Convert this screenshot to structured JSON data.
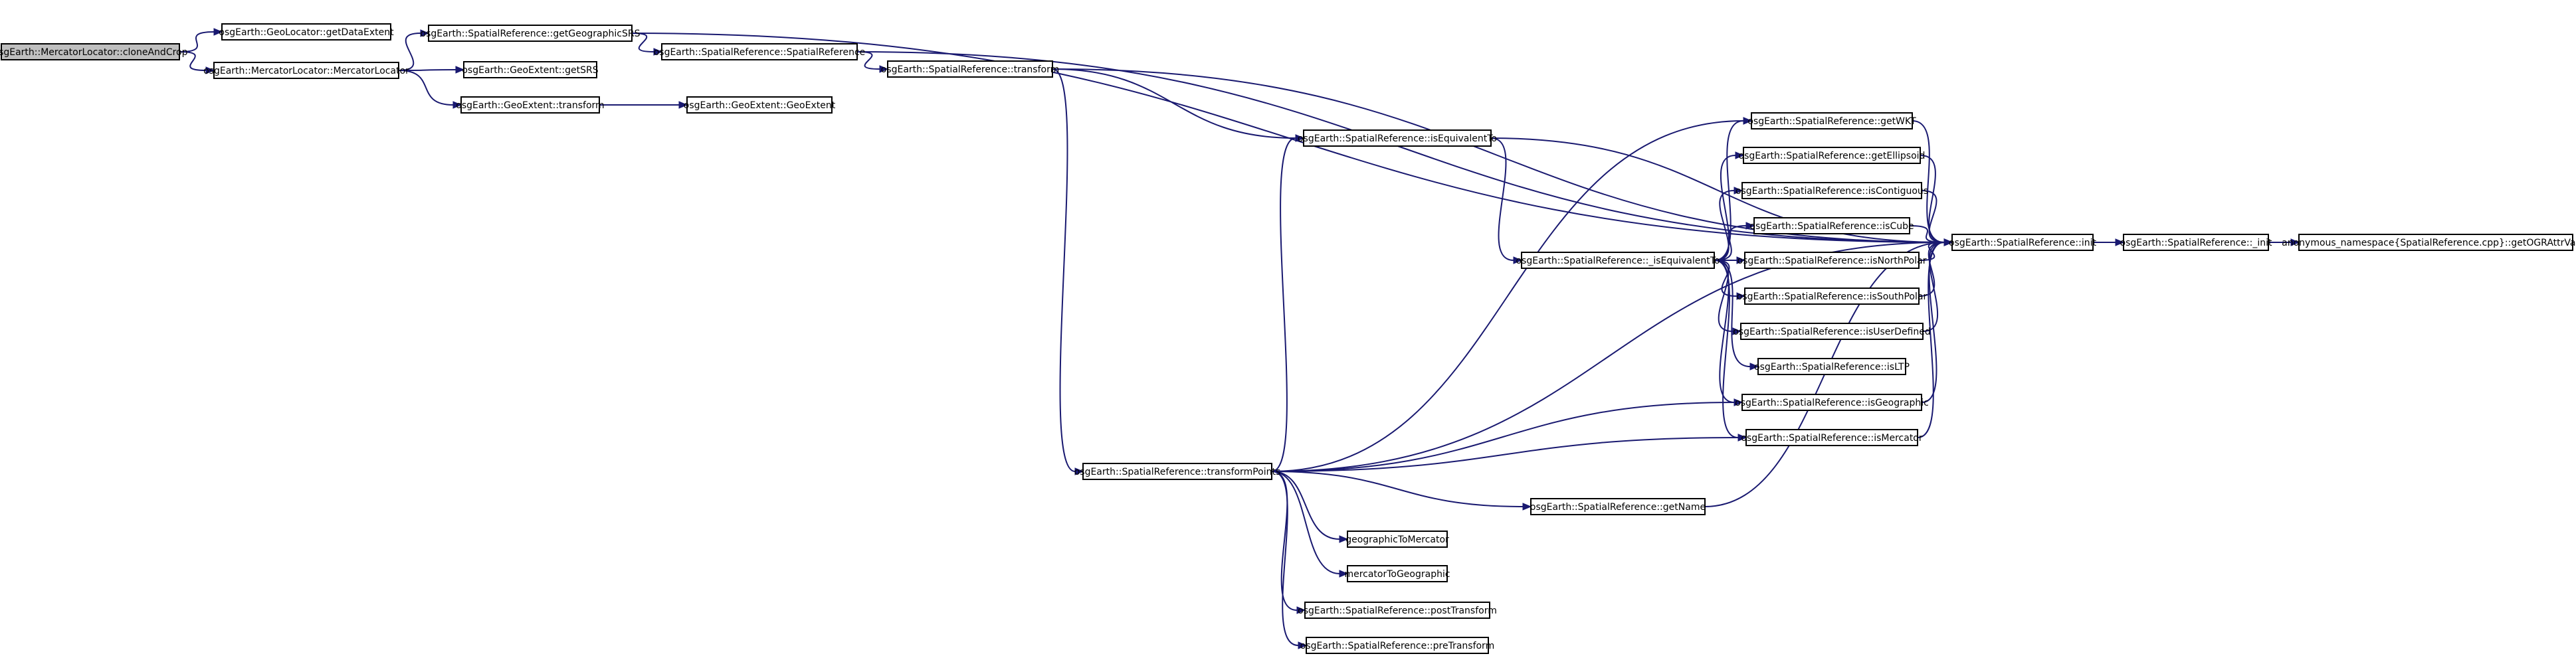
{
  "colors": {
    "edge": "#191970",
    "root_fill": "#bfbfbf",
    "node_fill": "#ffffff",
    "node_border": "#000000"
  },
  "nodes": {
    "n_root": "osgEarth::MercatorLocator::cloneAndCrop",
    "n_getDataExtent": "osgEarth::GeoLocator::getDataExtent",
    "n_mercLocator": "osgEarth::MercatorLocator::MercatorLocator",
    "n_getGeographicSRS": "osgEarth::SpatialReference::getGeographicSRS",
    "n_getSRS": "osgEarth::GeoExtent::getSRS",
    "n_geoTransform": "osgEarth::GeoExtent::transform",
    "n_srsCtor": "osgEarth::SpatialReference::SpatialReference",
    "n_geoExtent": "osgEarth::GeoExtent::GeoExtent",
    "n_srsTransform": "osgEarth::SpatialReference::transform",
    "n_isEquivalentTo": "osgEarth::SpatialReference::isEquivalentTo",
    "n_transformPoints": "osgEarth::SpatialReference::transformPoints",
    "n__isEquivalentTo": "osgEarth::SpatialReference::_isEquivalentTo",
    "n_getWKT": "osgEarth::SpatialReference::getWKT",
    "n_getEllipsoid": "osgEarth::SpatialReference::getEllipsoid",
    "n_isContiguous": "osgEarth::SpatialReference::isContiguous",
    "n_isCube": "osgEarth::SpatialReference::isCube",
    "n_isNorthPolar": "osgEarth::SpatialReference::isNorthPolar",
    "n_isSouthPolar": "osgEarth::SpatialReference::isSouthPolar",
    "n_isUserDefined": "osgEarth::SpatialReference::isUserDefined",
    "n_isLTP": "osgEarth::SpatialReference::isLTP",
    "n_isGeographic": "osgEarth::SpatialReference::isGeographic",
    "n_isMercator": "osgEarth::SpatialReference::isMercator",
    "n_getName": "osgEarth::SpatialReference::getName",
    "n_geographicToMercator": "geographicToMercator",
    "n_mercatorToGeographic": "mercatorToGeographic",
    "n_postTransform": "osgEarth::SpatialReference::postTransform",
    "n_preTransform": "osgEarth::SpatialReference::preTransform",
    "n_init": "osgEarth::SpatialReference::init",
    "n__init": "osgEarth::SpatialReference::_init",
    "n_getOGRAttrValue": "anonymous_namespace{SpatialReference.cpp}::getOGRAttrValue"
  },
  "edges": [
    [
      "n_root",
      "n_getDataExtent"
    ],
    [
      "n_root",
      "n_mercLocator"
    ],
    [
      "n_mercLocator",
      "n_getGeographicSRS"
    ],
    [
      "n_mercLocator",
      "n_getSRS"
    ],
    [
      "n_mercLocator",
      "n_geoTransform"
    ],
    [
      "n_getGeographicSRS",
      "n_srsCtor"
    ],
    [
      "n_getGeographicSRS",
      "n_init"
    ],
    [
      "n_srsCtor",
      "n_srsTransform"
    ],
    [
      "n_srsCtor",
      "n_init"
    ],
    [
      "n_geoTransform",
      "n_geoExtent"
    ],
    [
      "n_srsTransform",
      "n_isEquivalentTo"
    ],
    [
      "n_srsTransform",
      "n_transformPoints"
    ],
    [
      "n_srsTransform",
      "n_init"
    ],
    [
      "n_isEquivalentTo",
      "n__isEquivalentTo"
    ],
    [
      "n_isEquivalentTo",
      "n_init"
    ],
    [
      "n_transformPoints",
      "n_isEquivalentTo"
    ],
    [
      "n_transformPoints",
      "n_getWKT"
    ],
    [
      "n_transformPoints",
      "n_isGeographic"
    ],
    [
      "n_transformPoints",
      "n_isMercator"
    ],
    [
      "n_transformPoints",
      "n_init"
    ],
    [
      "n_transformPoints",
      "n_getName"
    ],
    [
      "n_transformPoints",
      "n_geographicToMercator"
    ],
    [
      "n_transformPoints",
      "n_mercatorToGeographic"
    ],
    [
      "n_transformPoints",
      "n_postTransform"
    ],
    [
      "n_transformPoints",
      "n_preTransform"
    ],
    [
      "n__isEquivalentTo",
      "n_getWKT"
    ],
    [
      "n__isEquivalentTo",
      "n_getEllipsoid"
    ],
    [
      "n__isEquivalentTo",
      "n_isContiguous"
    ],
    [
      "n__isEquivalentTo",
      "n_isCube"
    ],
    [
      "n__isEquivalentTo",
      "n_isNorthPolar"
    ],
    [
      "n__isEquivalentTo",
      "n_isSouthPolar"
    ],
    [
      "n__isEquivalentTo",
      "n_isUserDefined"
    ],
    [
      "n__isEquivalentTo",
      "n_isLTP"
    ],
    [
      "n__isEquivalentTo",
      "n_isGeographic"
    ],
    [
      "n__isEquivalentTo",
      "n_isMercator"
    ],
    [
      "n_getWKT",
      "n_init"
    ],
    [
      "n_getEllipsoid",
      "n_init"
    ],
    [
      "n_isContiguous",
      "n_init"
    ],
    [
      "n_isCube",
      "n_init"
    ],
    [
      "n_isNorthPolar",
      "n_init"
    ],
    [
      "n_isSouthPolar",
      "n_init"
    ],
    [
      "n_isUserDefined",
      "n_init"
    ],
    [
      "n_isGeographic",
      "n_init"
    ],
    [
      "n_isMercator",
      "n_init"
    ],
    [
      "n_getName",
      "n_init"
    ],
    [
      "n_init",
      "n__init"
    ],
    [
      "n__init",
      "n_getOGRAttrValue"
    ]
  ]
}
